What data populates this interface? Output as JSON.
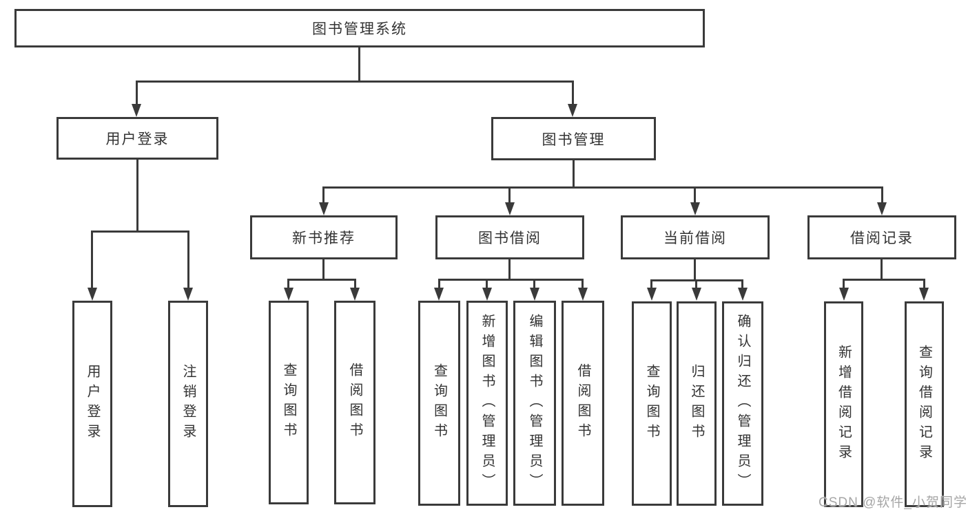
{
  "diagram": {
    "root": {
      "label": "图书管理系统"
    },
    "level2": [
      {
        "label": "用户登录"
      },
      {
        "label": "图书管理"
      }
    ],
    "level3": [
      {
        "label": "新书推荐"
      },
      {
        "label": "图书借阅"
      },
      {
        "label": "当前借阅"
      },
      {
        "label": "借阅记录"
      }
    ],
    "leaves": [
      {
        "label": "用户登录"
      },
      {
        "label": "注销登录"
      },
      {
        "label": "查询图书"
      },
      {
        "label": "借阅图书"
      },
      {
        "label": "查询图书"
      },
      {
        "label": "新增图书（管理员）"
      },
      {
        "label": "编辑图书（管理员）"
      },
      {
        "label": "借阅图书"
      },
      {
        "label": "查询图书"
      },
      {
        "label": "归还图书"
      },
      {
        "label": "确认归还（管理员）"
      },
      {
        "label": "新增借阅记录"
      },
      {
        "label": "查询借阅记录"
      }
    ]
  },
  "watermark": {
    "text": "CSDN @软件_小贺同学"
  },
  "colors": {
    "line": "#3a3a3a",
    "text": "#333333",
    "box_background": "#ffffff",
    "page_background": "#ffffff",
    "watermark": "#a6a6a6"
  }
}
